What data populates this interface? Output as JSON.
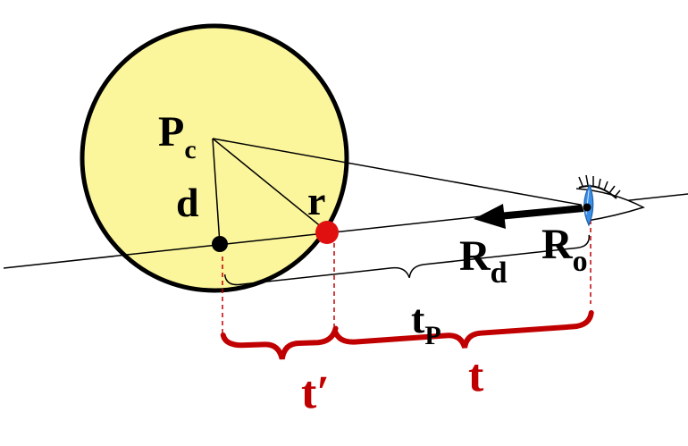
{
  "diagram": {
    "labels": {
      "center_main": "P",
      "center_sub": "c",
      "distance": "d",
      "radius": "r",
      "dir_main": "R",
      "dir_sub": "d",
      "origin_main": "R",
      "origin_sub": "o",
      "tp_main": "t",
      "tp_sub": "P",
      "t_prime": "t′",
      "t": "t"
    },
    "colors": {
      "sphere_fill": "#fbf69b",
      "outline": "#000000",
      "accent_red": "#c00000",
      "hit_point": "#e01010",
      "eye_blue": "#3a8ee6"
    },
    "icons": [
      "eye-icon",
      "direction-arrow-icon"
    ]
  }
}
